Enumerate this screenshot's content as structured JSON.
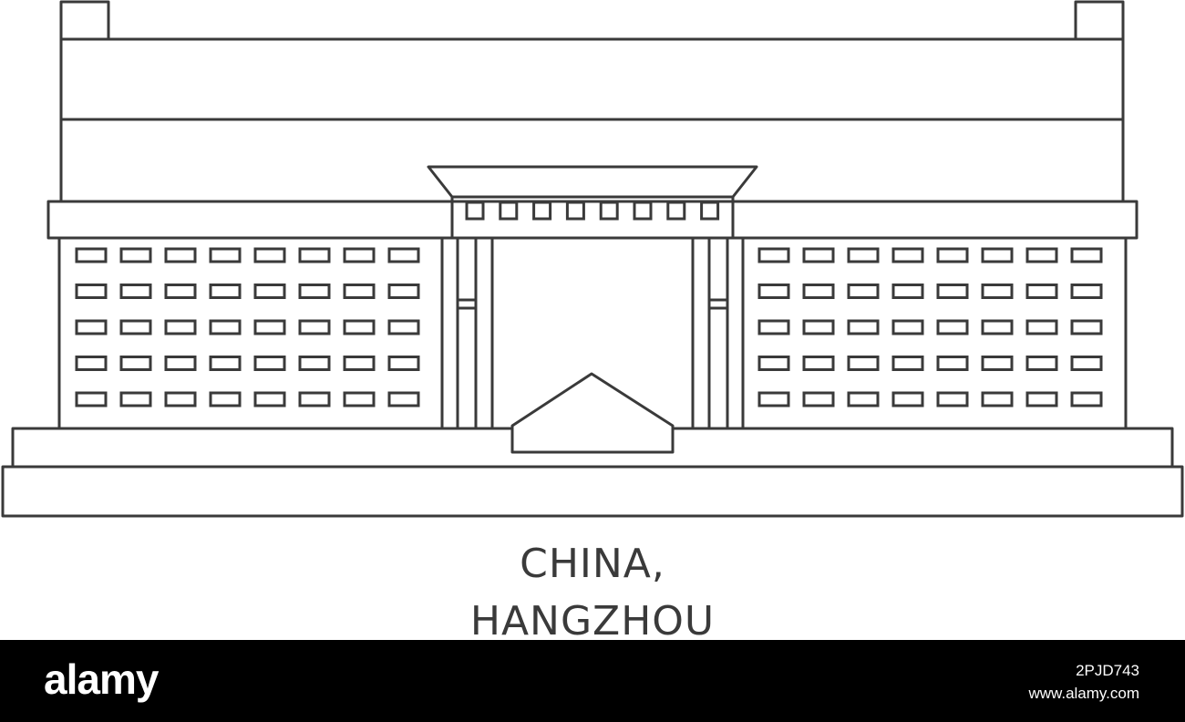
{
  "colors": {
    "line": "#3a3a3a",
    "background": "#ffffff",
    "footer_background": "#000000",
    "footer_text": "#ffffff"
  },
  "illustration": {
    "icon": "building-outline-icon",
    "window_rows_per_wing": 5,
    "windows_per_row": 8,
    "portico_windows": 8
  },
  "caption": {
    "line1": "CHINA,",
    "line2": "HANGZHOU"
  },
  "footer": {
    "logo": "alamy",
    "image_id": "2PJD743",
    "site": "www.alamy.com"
  }
}
